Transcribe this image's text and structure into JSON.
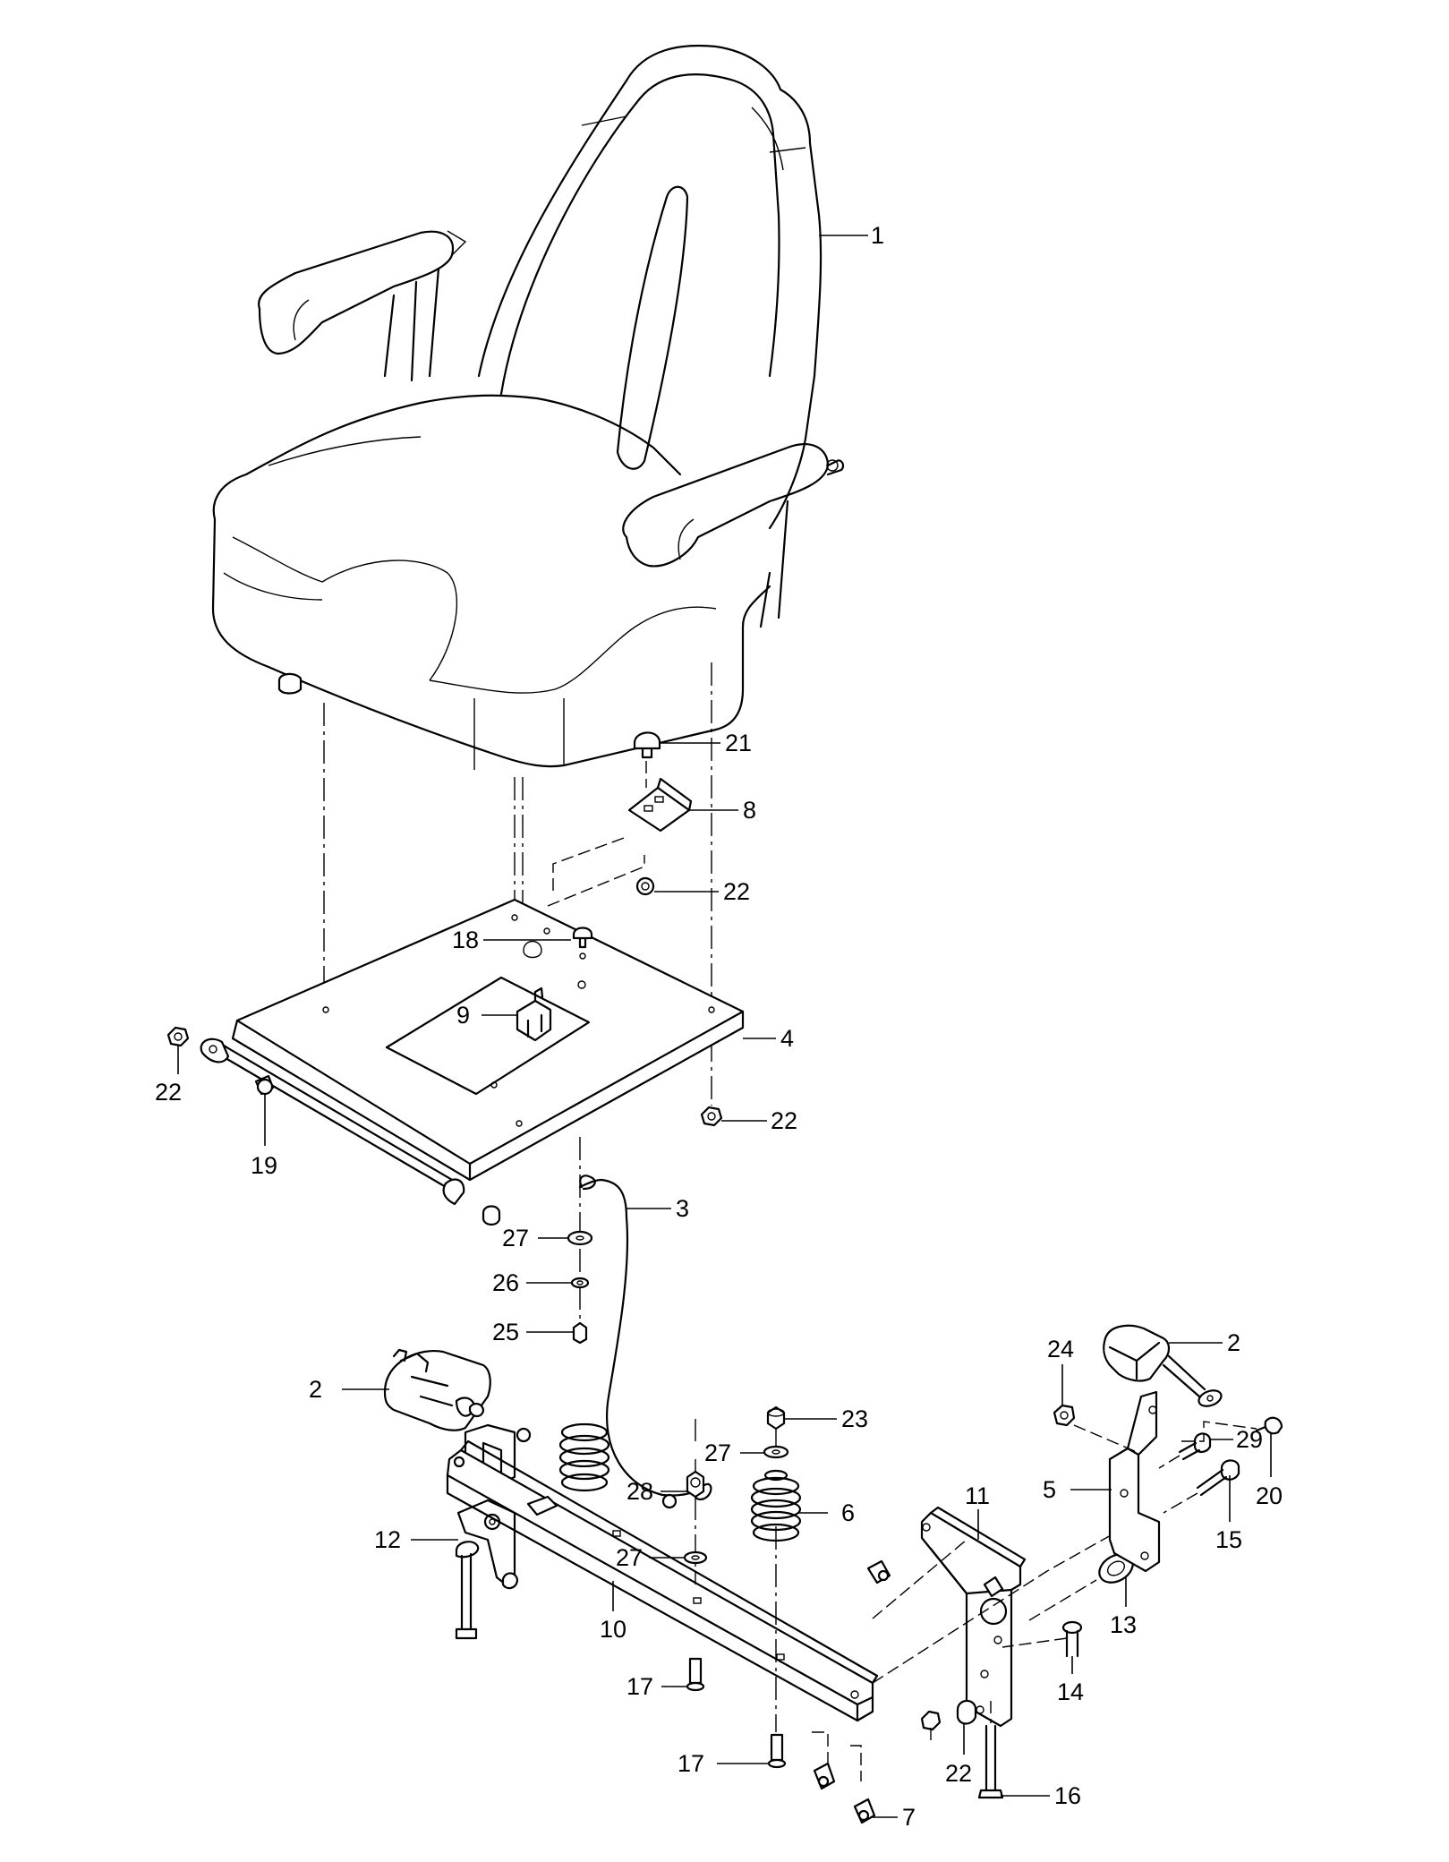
{
  "callouts": {
    "c1": "1",
    "c2a": "2",
    "c2b": "2",
    "c3": "3",
    "c4": "4",
    "c5": "5",
    "c6": "6",
    "c7": "7",
    "c8": "8",
    "c9": "9",
    "c10": "10",
    "c11": "11",
    "c12": "12",
    "c13": "13",
    "c14": "14",
    "c15": "15",
    "c16": "16",
    "c17a": "17",
    "c17b": "17",
    "c18": "18",
    "c19": "19",
    "c20": "20",
    "c21": "21",
    "c22a": "22",
    "c22b": "22",
    "c22c": "22",
    "c22d": "22",
    "c23": "23",
    "c24": "24",
    "c25": "25",
    "c26": "26",
    "c27a": "27",
    "c27b": "27",
    "c27c": "27",
    "c28": "28",
    "c29": "29"
  }
}
